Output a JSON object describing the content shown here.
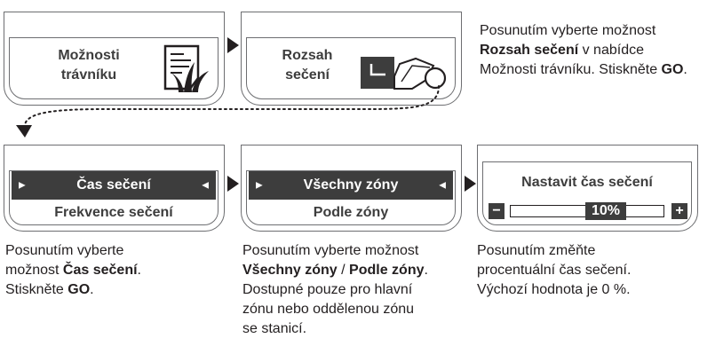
{
  "top": {
    "card1_line1": "Možnosti",
    "card1_line2": "trávníku",
    "card2_line1": "Rozsah",
    "card2_line2": "sečení",
    "instruction_1": "Posunutím vyberte možnost",
    "instruction_bold_1": "Rozsah sečení",
    "instruction_2": " v nabídce",
    "instruction_3": "Možnosti trávníku. Stiskněte ",
    "instruction_bold_2": "GO",
    "instruction_end": "."
  },
  "bottom": {
    "screen1": {
      "selected": "Čas sečení",
      "other": "Frekvence sečení"
    },
    "screen2": {
      "selected": "Všechny zóny",
      "other": "Podle zóny"
    },
    "screen3": {
      "title": "Nastavit čas sečení",
      "value": "10%",
      "minus": "−",
      "plus": "+"
    },
    "desc1": {
      "l1": "Posunutím vyberte",
      "l2a": "možnost ",
      "l2b": "Čas sečení",
      "l2c": ".",
      "l3a": "Stiskněte ",
      "l3b": "GO",
      "l3c": "."
    },
    "desc2": {
      "l1": "Posunutím vyberte možnost",
      "l2a": "Všechny zóny",
      "l2b": " / ",
      "l2c": "Podle zóny",
      "l2d": ".",
      "l3": "Dostupné pouze pro hlavní",
      "l4": "zónu nebo oddělenou zónu",
      "l5": "se stanicí."
    },
    "desc3": {
      "l1": "Posunutím změňte",
      "l2": "procentuální čas sečení.",
      "l3": "Výchozí hodnota je 0 %."
    }
  },
  "icons": [
    "lawn-document-icon",
    "mower-zone-icon",
    "arrow-right-icon",
    "dotted-connector-arrow",
    "caret-left-icon",
    "caret-right-icon",
    "minus-icon",
    "plus-icon"
  ],
  "colors": {
    "bar": "#3d3d3d",
    "border": "#6d6e71",
    "text": "#231f20"
  }
}
